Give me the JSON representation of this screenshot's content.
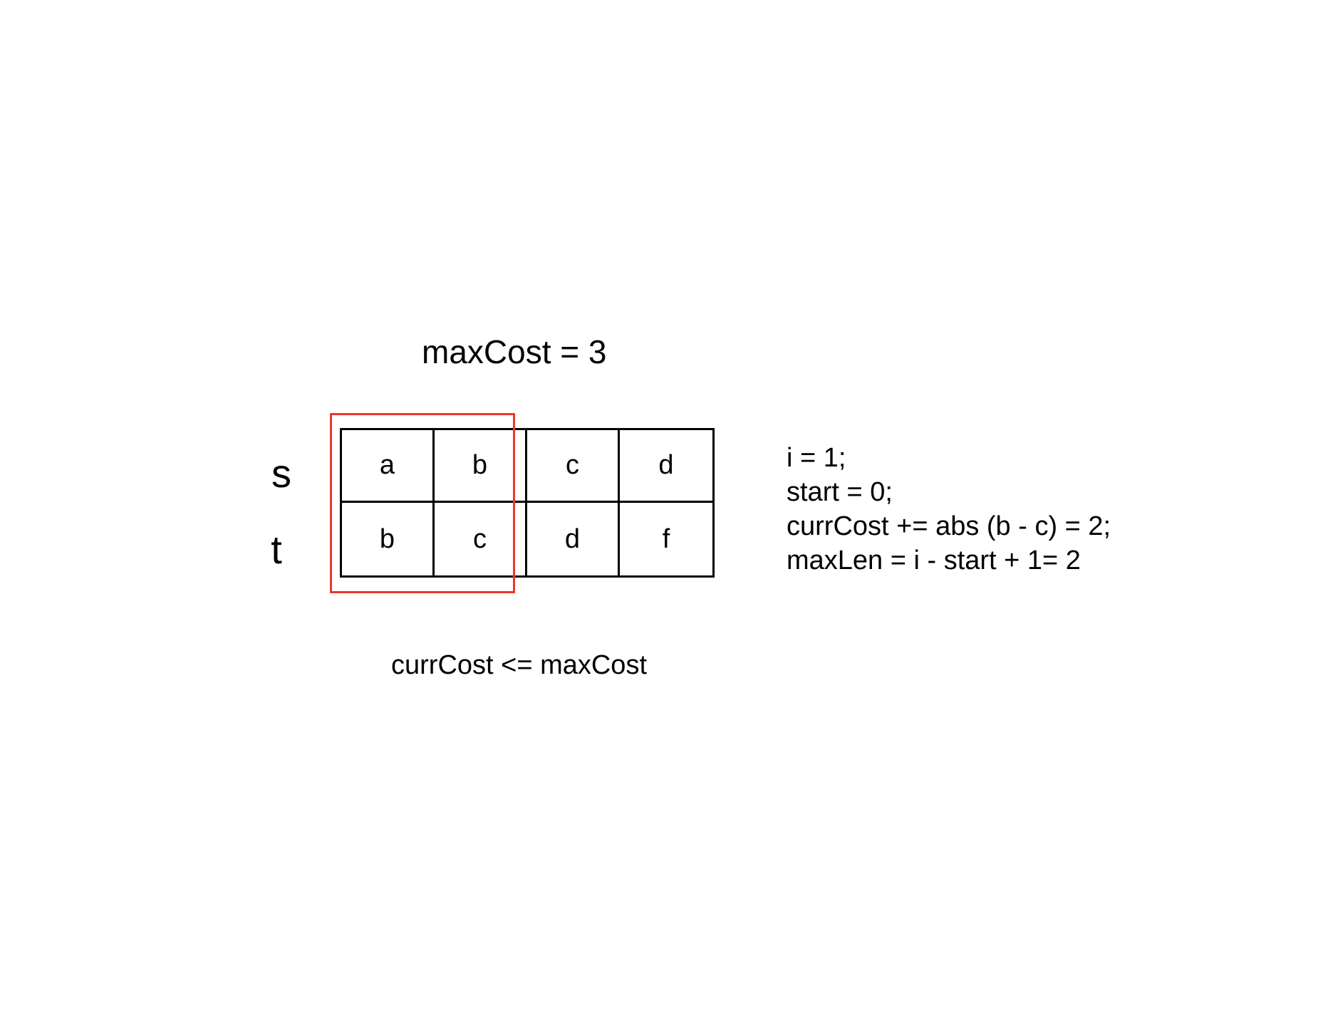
{
  "title": "maxCost = 3",
  "rows": [
    {
      "label": "s",
      "cells": [
        "a",
        "b",
        "c",
        "d"
      ]
    },
    {
      "label": "t",
      "cells": [
        "b",
        "c",
        "d",
        "f"
      ]
    }
  ],
  "window": {
    "start_index": 0,
    "end_index": 1,
    "color": "#e8392c"
  },
  "info_lines": [
    "i = 1;",
    "start = 0;",
    "currCost += abs (b - c) = 2;",
    "maxLen = i - start + 1= 2"
  ],
  "condition": "currCost <= maxCost"
}
